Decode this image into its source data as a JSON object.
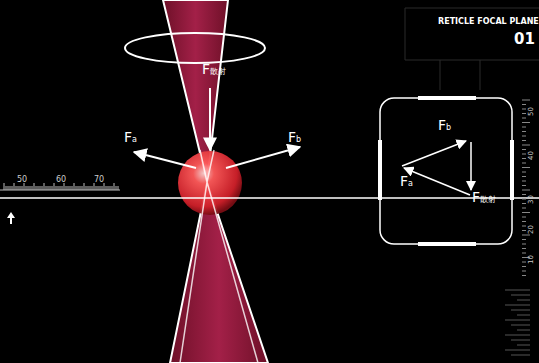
{
  "diagram": {
    "nodes": [
      {
        "text": [
          "Fb",
          "Fa",
          "F散射"
        ]
      }
    ],
    "labels": [
      "RETICLE FOCAL PLANE",
      "01",
      "F散射",
      "Fa",
      "Fb",
      "50",
      "60",
      "70",
      "50",
      "40",
      "30",
      "20",
      "10"
    ]
  }
}
